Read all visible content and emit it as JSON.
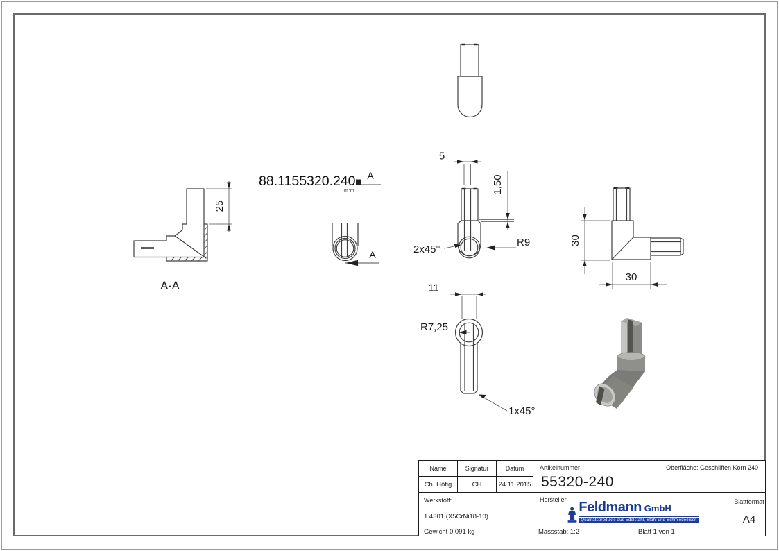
{
  "colors": {
    "accent_blue": "#1c3b94",
    "line": "#3f3f3f",
    "iso_light": "#c4c4c0",
    "iso_mid": "#8b8b87",
    "iso_dark": "#7b7b77"
  },
  "views": {
    "part_number": {
      "label": "88.1155320.240",
      "stamp": "m:m"
    },
    "section_marks": {
      "label": "A"
    },
    "section_view": {
      "title": "A-A",
      "dim_height": "25"
    },
    "front_view": {
      "dim_slot": "5",
      "dim_wall": "1,50",
      "chamfer": "2x45°",
      "radius": "R9"
    },
    "side_view": {
      "dim_height": "30",
      "dim_width": "30"
    },
    "bottom_view": {
      "dim_slot": "11",
      "radius": "R7,25",
      "chamfer": "1x45°"
    }
  },
  "title_block": {
    "labels": {
      "name": "Name",
      "signature": "Signatur",
      "date": "Datum",
      "article": "Artikelnummer",
      "surface": "Oberfläche:",
      "surface_value": "Geschliffen Korn 240",
      "material": "Werkstoff:",
      "manufacturer": "Hersteller",
      "sheet_format": "Blattformat"
    },
    "values": {
      "name": "Ch. Höfig",
      "signature": "CH",
      "date": "24.11.2015",
      "article_no": "55320-240",
      "material": "1.4301 (X5CrNi18-10)",
      "weight": "Gewicht 0.091 kg",
      "scale": "Massstab: 1:2",
      "sheet": "Blatt 1 von 1",
      "format": "A4"
    },
    "logo": {
      "brand": "Feldmann",
      "suffix": "GmbH",
      "tagline": "Qualitätsprodukte aus Edelstahl, Stahl und Schmiedeeisen"
    }
  }
}
